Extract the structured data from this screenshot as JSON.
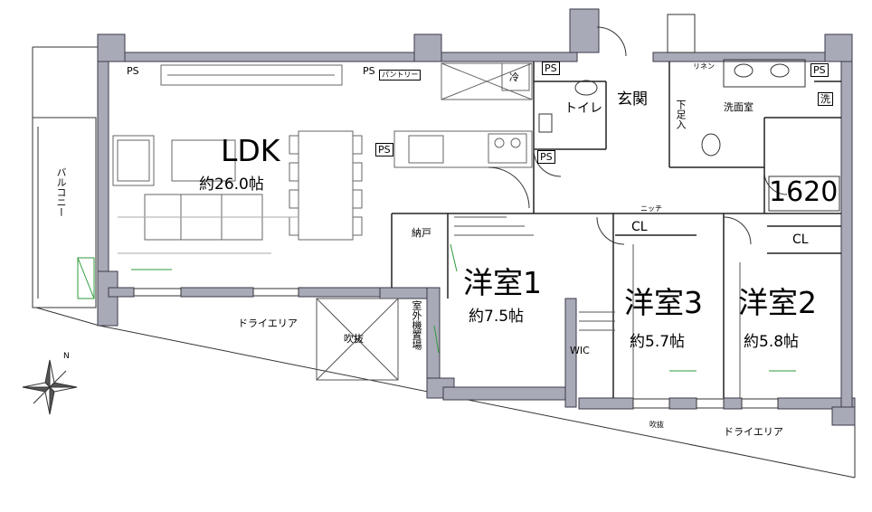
{
  "plan": {
    "ldk": {
      "name": "LDK",
      "area": "約26.0帖"
    },
    "room1": {
      "name": "洋室1",
      "area": "約7.5帖"
    },
    "room2": {
      "name": "洋室2",
      "area": "約5.8帖"
    },
    "room3": {
      "name": "洋室3",
      "area": "約5.7帖"
    },
    "entrance": "玄関",
    "toilet": "トイレ",
    "washroom": "洗面室",
    "washer": "洗",
    "shoe_box": "下足入",
    "linen": "リネン",
    "pantry": "パントリー",
    "fridge": "冷",
    "storage": "納戸",
    "wic": "WIC",
    "outdoor_unit": "室外機置場",
    "balcony": "バルコニー",
    "dry_area_left": "ドライエリア",
    "dry_area_right": "ドライエリア",
    "void_left": "吹抜",
    "void_small": "吹抜",
    "bath": "1620",
    "niche": "ニッチ",
    "cl": "CL",
    "ps": "PS",
    "compass_n": "N"
  },
  "colors": {
    "wall": "#a9aab8",
    "wall_edge": "#3a3a4a",
    "line": "#222222",
    "door_green": "#2e9a3a"
  }
}
